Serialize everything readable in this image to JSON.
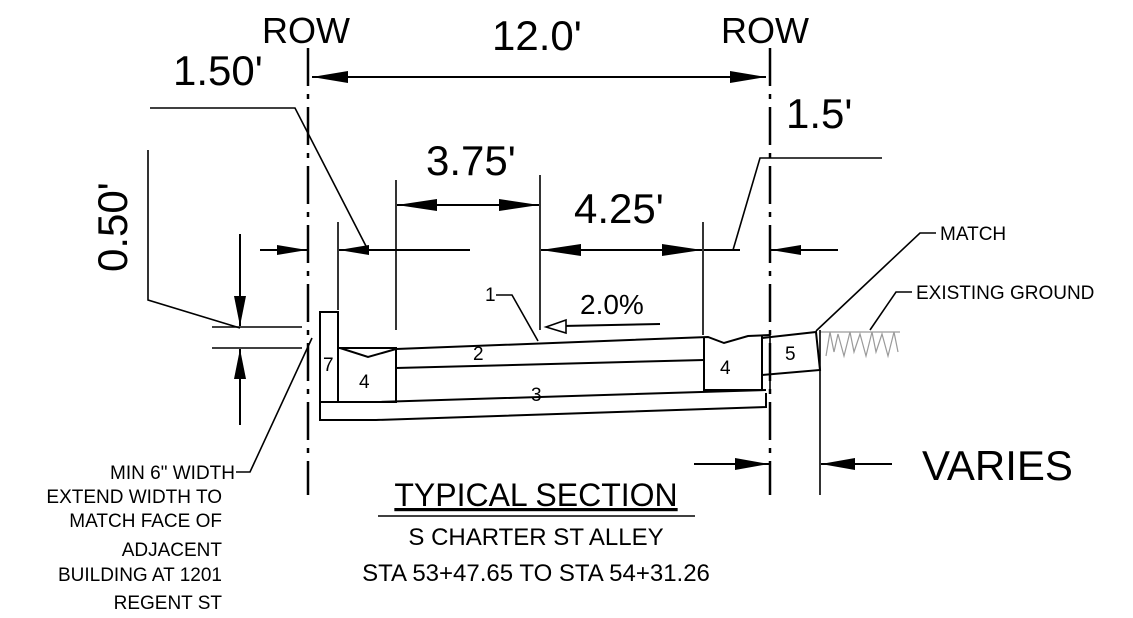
{
  "drawing": {
    "row_left": "ROW",
    "row_right": "ROW",
    "dim_total": "12.0'",
    "dim_left_offset": "1.50'",
    "dim_right_offset": "1.5'",
    "dim_left_lane": "3.75'",
    "dim_right_lane": "4.25'",
    "dim_height": "0.50'",
    "slope": "2.0%",
    "varies": "VARIES",
    "note_match": "MATCH",
    "note_existing_ground": "EXISTING GROUND",
    "callouts": {
      "c1": "1",
      "c2": "2",
      "c3": "3",
      "c4_left": "4",
      "c4_right": "4",
      "c5": "5",
      "c7": "7"
    },
    "note_left_lines": [
      "MIN 6\" WIDTH",
      "EXTEND WIDTH TO",
      "MATCH FACE OF",
      "ADJACENT",
      "BUILDING AT 1201",
      "REGENT ST"
    ],
    "title": "TYPICAL SECTION",
    "subtitle": "S CHARTER ST ALLEY",
    "station_range": "STA 53+47.65 TO STA 54+31.26"
  }
}
